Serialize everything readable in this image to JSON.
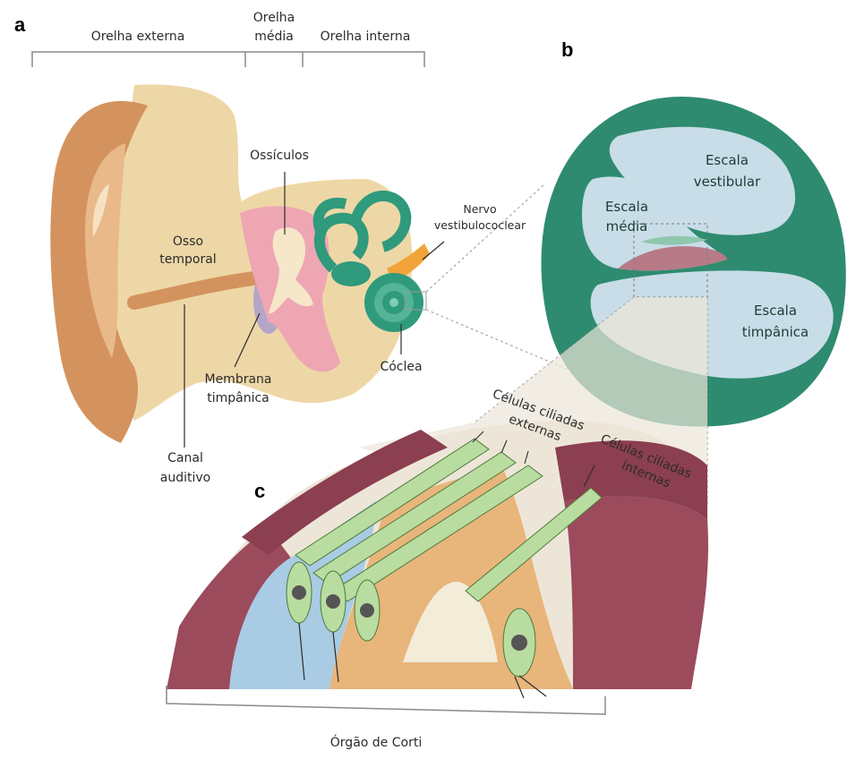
{
  "panels": {
    "a": "a",
    "b": "b",
    "c": "c"
  },
  "sections": {
    "outer": "Orelha externa",
    "middle_line1": "Orelha",
    "middle_line2": "média",
    "inner": "Orelha interna"
  },
  "ear_labels": {
    "ossicles": "Ossículos",
    "temporal_line1": "Osso",
    "temporal_line2": "temporal",
    "nerve_line1": "Nervo",
    "nerve_line2": "vestibulococlear",
    "cochlea": "Cóclea",
    "membrane_line1": "Membrana",
    "membrane_line2": "timpânica",
    "canal_line1": "Canal",
    "canal_line2": "auditivo"
  },
  "cochlea_section": {
    "vestibular_line1": "Escala",
    "vestibular_line2": "vestibular",
    "media_line1": "Escala",
    "media_line2": "média",
    "tympanic_line1": "Escala",
    "tympanic_line2": "timpânica"
  },
  "corti": {
    "outer_hair_line1": "Células ciliadas",
    "outer_hair_line2": "externas",
    "inner_hair_line1": "Células ciliadas",
    "inner_hair_line2": "internas",
    "organ_title": "Órgão de Corti"
  },
  "colors": {
    "outer_ear": "#d4935e",
    "bone": "#eed7a6",
    "ossicles": "#f6e7c8",
    "middle_ear": "#eea6b3",
    "inner_ear": "#2f9a7c",
    "cochlea_bg": "#2e8b6f",
    "scala_fill": "#c8dde8",
    "nerve": "#f2a33a",
    "hair_cell": "#b9dca0",
    "muscle": "#9b4b5c",
    "support_blue": "#a9cbe4",
    "support_orange": "#e8b57b"
  }
}
